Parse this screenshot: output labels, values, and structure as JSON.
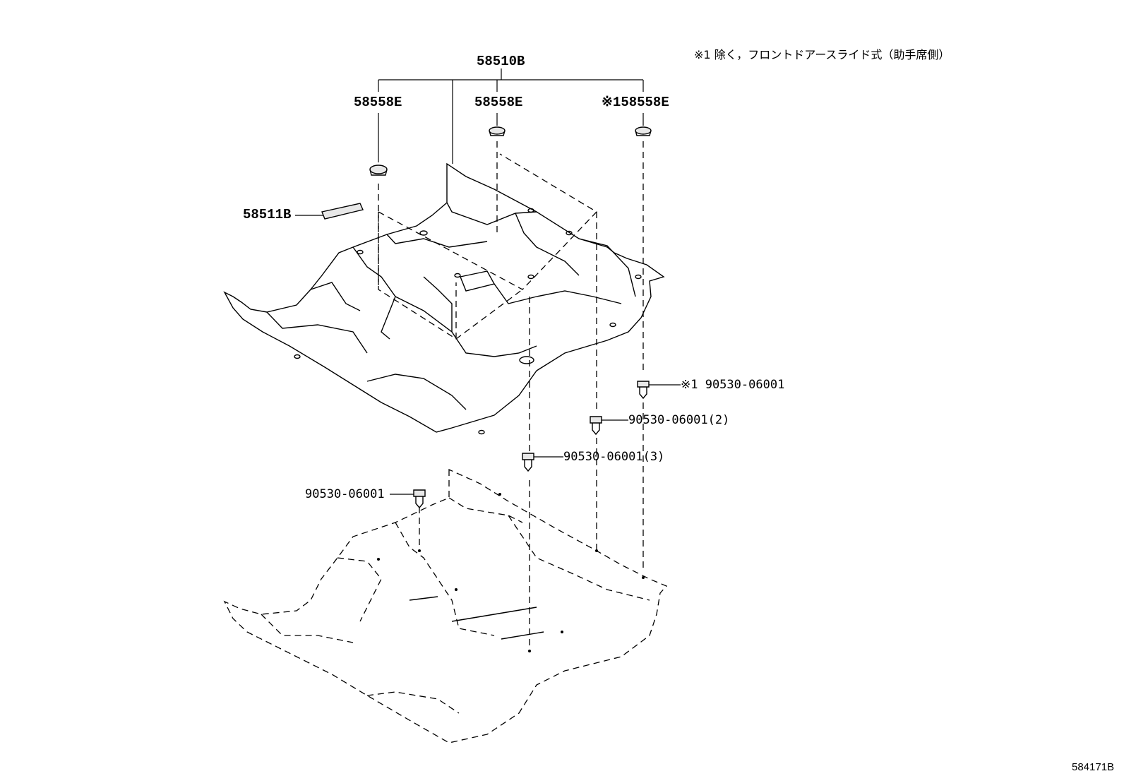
{
  "note": "※1 除く，フロントドアースライド式（助手席側）",
  "figure_id": "584171B",
  "parts": {
    "p58510B": "58510B",
    "p58558E_left": "58558E",
    "p58558E_mid": "58558E",
    "p58558E_right": "※158558E",
    "p58511B": "58511B",
    "clip_right": "※1 90530-06001",
    "clip_2": "90530-06001(2)",
    "clip_3": "90530-06001(3)",
    "clip_single": "90530-06001"
  }
}
